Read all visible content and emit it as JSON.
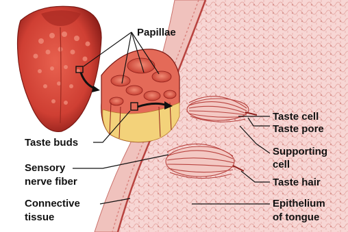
{
  "labels": {
    "papillae": "Papillae",
    "taste_buds": "Taste buds",
    "sensory_nerve_fiber": [
      "Sensory",
      "nerve fiber"
    ],
    "connective_tissue": [
      "Connective",
      "tissue"
    ],
    "taste_cell": "Taste cell",
    "taste_pore": "Taste pore",
    "supporting_cell": [
      "Supporting",
      "cell"
    ],
    "taste_hair": "Taste hair",
    "epithelium": [
      "Epithelium",
      "of tongue"
    ]
  },
  "colors": {
    "tissue_light": "#f6d3d1",
    "tissue_mid": "#e7a3a0",
    "tissue_dark": "#b8433f",
    "tongue_red": "#d84a3c",
    "tongue_dark": "#8e1f1a",
    "papilla_yellow": "#f3d27a",
    "line": "#111111"
  }
}
